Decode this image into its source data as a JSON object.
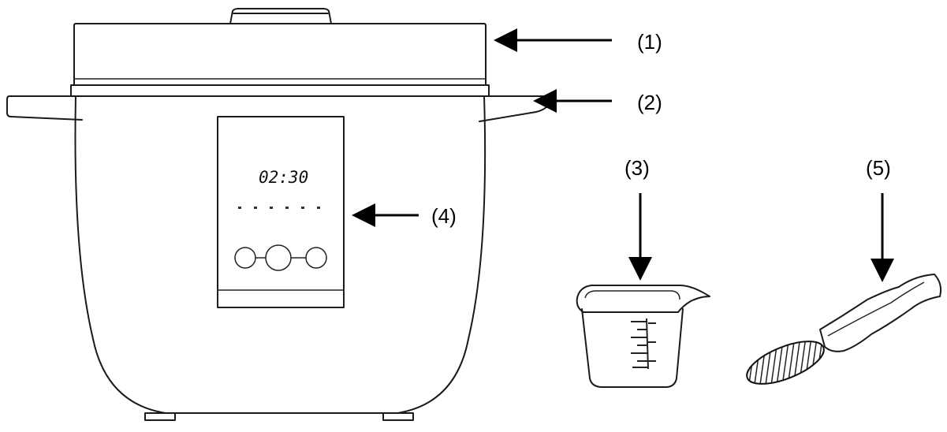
{
  "diagram": {
    "display_time": "02:30",
    "labels": [
      "(1)",
      "(2)",
      "(3)",
      "(4)",
      "(5)"
    ]
  }
}
